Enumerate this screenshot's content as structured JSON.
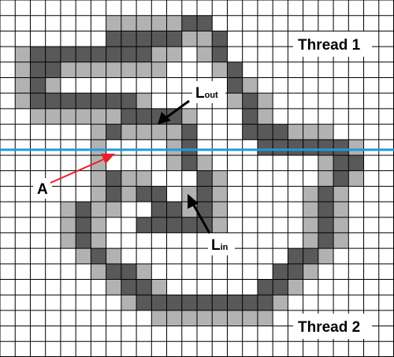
{
  "grid": {
    "cols": 26,
    "rows": 23,
    "line_color": "#000000",
    "background": "#ffffff"
  },
  "cell_colors": {
    "dark": "#595959",
    "light": "#b2b2b2"
  },
  "cells": [
    "..........................",
    ".......LLLLLDD............",
    ".......DDDDDLLD...........",
    ".LDDDDDDDDLL.LD...........",
    ".LDDLLLLLLL...LD..........",
    ".LDL...........DL.........",
    ".LDDDDDDDL.....LDL........",
    "..LLLLLLDDDDL...DL........",
    "......LDLLLLD...DDDLLL....",
    "......L....LD....DDDDDDL..",
    "......L....LDL.......LDD..",
    "......LDLL...DL......LDL..",
    "..... LDLDD LDL.....LDL...",
    "....LDLL..DDLDL.....LDL...",
    "....LDL..DDDDDL.....LDL...",
    "....LDL.............LDL...",
    ".....LDL...........DDL....",
    "......LDDL........DDL.....",
    ".......LDDL......DDL......",
    "........LDDDDDDDDDL.......",
    "..........LLLLLLLL........",
    "..........................",
    ".........................."
  ],
  "labels": {
    "thread1": "Thread 1",
    "thread2": "Thread 2",
    "l_out_main": "L",
    "l_out_sub": "out",
    "l_in_main": "L",
    "l_in_sub": "in",
    "a": "A"
  },
  "colors": {
    "divider_line": "#1e9bd7",
    "arrow_red": "#e8202a",
    "arrow_black": "#000000"
  }
}
